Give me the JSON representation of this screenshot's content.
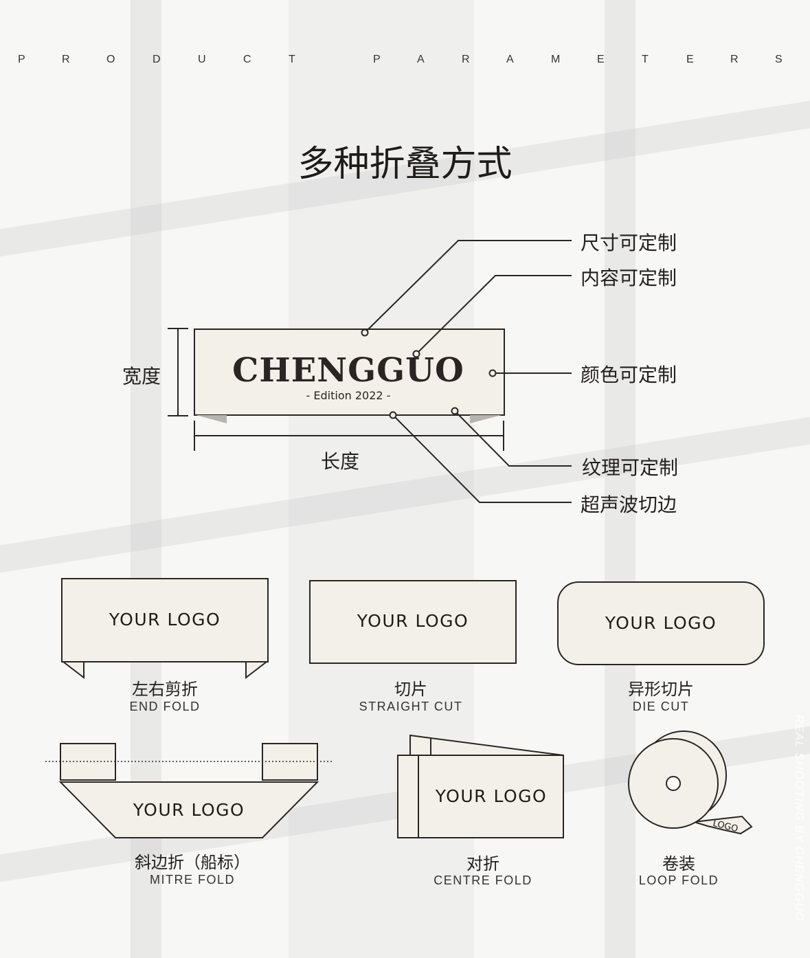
{
  "header": {
    "letters": [
      "P",
      "R",
      "O",
      "D",
      "U",
      "C",
      "T",
      "P",
      "A",
      "R",
      "A",
      "M",
      "E",
      "T",
      "E",
      "R",
      "S"
    ]
  },
  "title": "多种折叠方式",
  "side_text": "REAL SHOOTING BY CHENGGUO",
  "main_label": {
    "brand": "CHENGGUO",
    "edition": "- Edition 2022 -",
    "width_label": "宽度",
    "length_label": "长度"
  },
  "callouts": [
    "尺寸可定制",
    "内容可定制",
    "颜色可定制",
    "纹理可定制",
    "超声波切边"
  ],
  "logo_text": "YOUR LOGO",
  "roll_logo": "LOGO",
  "folds": [
    {
      "zh": "左右剪折",
      "en": "END FOLD"
    },
    {
      "zh": "切片",
      "en": "STRAIGHT CUT"
    },
    {
      "zh": "异形切片",
      "en": "DIE CUT"
    },
    {
      "zh": "斜边折（船标）",
      "en": "MITRE FOLD"
    },
    {
      "zh": "对折",
      "en": "CENTRE FOLD"
    },
    {
      "zh": "卷装",
      "en": "LOOP FOLD"
    }
  ],
  "colors": {
    "label_fill": "#f3f0ea",
    "stroke": "#2a2522",
    "background": "#f7f7f6"
  }
}
